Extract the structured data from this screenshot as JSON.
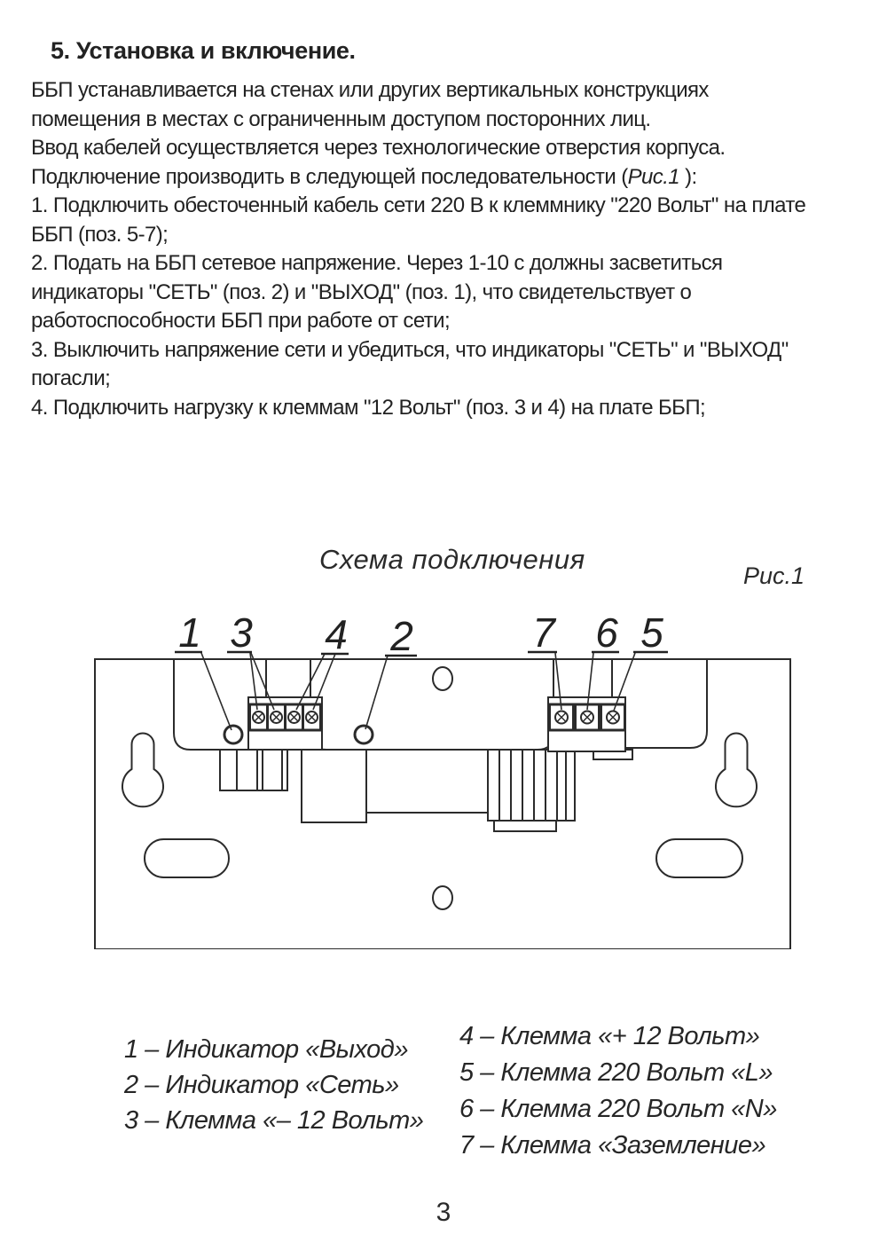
{
  "page": {
    "number": "3"
  },
  "section": {
    "heading": "5. Установка и включение.",
    "para1": "ББП устанавливается на стенах или других вертикальных конструкциях\nпомещения в местах с ограниченным доступом посторонних лиц.\nВвод кабелей осуществляется через технологические отверстия корпуса.",
    "intro_prefix": "Подключение производить в следующей последовательности (",
    "intro_fig": "Рис.1",
    "intro_suffix": " ):",
    "steps": "1. Подключить обесточенный кабель сети 220 В к клеммнику \"220 Вольт\" на плате\nББП (поз. 5-7);\n2. Подать на ББП сетевое напряжение. Через 1-10 с должны засветиться\nиндикаторы \"СЕТЬ\" (поз. 2) и \"ВЫХОД\" (поз. 1), что свидетельствует о\nработоспособности ББП при работе от сети;\n3. Выключить напряжение сети и убедиться, что индикаторы \"СЕТЬ\" и \"ВЫХОД\"\nпогасли;\n4. Подключить нагрузку к клеммам \"12 Вольт\" (поз. 3 и 4) на плате ББП;"
  },
  "figure": {
    "title": "Схема подключения",
    "caption": "Рис.1",
    "callouts": [
      "1",
      "3",
      "4",
      "2",
      "7",
      "6",
      "5"
    ],
    "legend_left": [
      "1 – Индикатор «Выход»",
      "2 – Индикатор «Сеть»",
      "3 – Клемма «– 12 Вольт»"
    ],
    "legend_right": [
      "4 – Клемма «+ 12 Вольт»",
      "5 – Клемма 220 Вольт «L»",
      "6 – Клемма 220 Вольт «N»",
      "7 – Клемма «Заземление»"
    ],
    "colors": {
      "ink": "#222222",
      "line": "#2b2b2b",
      "paper": "#ffffff"
    }
  }
}
